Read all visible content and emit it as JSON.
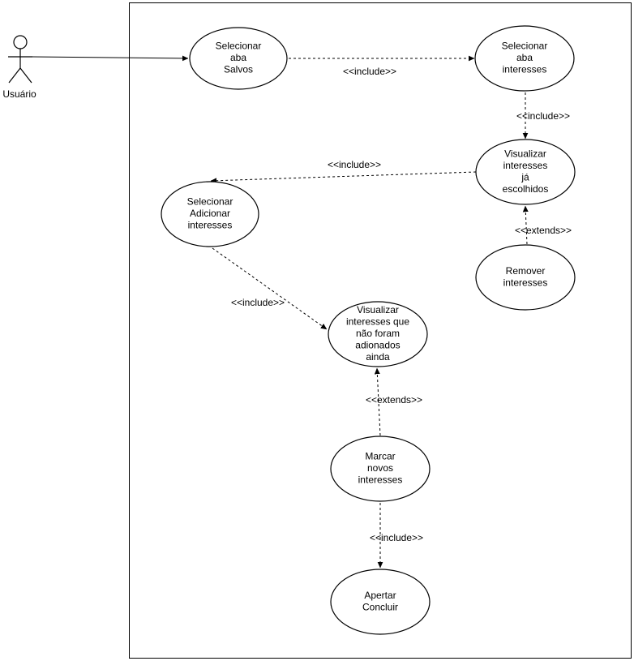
{
  "actor": {
    "name": "Usuário"
  },
  "use_cases": [
    {
      "id": "uc1",
      "lines": [
        "Selecionar",
        "aba",
        "Salvos"
      ]
    },
    {
      "id": "uc2",
      "lines": [
        "Selecionar",
        "aba",
        "interesses"
      ]
    },
    {
      "id": "uc3",
      "lines": [
        "Visualizar",
        "interesses",
        "já",
        "escolhidos"
      ]
    },
    {
      "id": "uc4",
      "lines": [
        "Selecionar",
        "Adicionar",
        "interesses"
      ]
    },
    {
      "id": "uc5",
      "lines": [
        "Remover",
        "interesses"
      ]
    },
    {
      "id": "uc6",
      "lines": [
        "Visualizar",
        "interesses que",
        "não foram",
        "adionados",
        "ainda"
      ]
    },
    {
      "id": "uc7",
      "lines": [
        "Marcar",
        "novos",
        "interesses"
      ]
    },
    {
      "id": "uc8",
      "lines": [
        "Apertar",
        "Concluir"
      ]
    }
  ],
  "relations": [
    {
      "id": "r1",
      "type": "association",
      "from": "actor",
      "to": "uc1",
      "label": ""
    },
    {
      "id": "r2",
      "type": "include",
      "from": "uc1",
      "to": "uc2",
      "label": "<<include>>"
    },
    {
      "id": "r3",
      "type": "include",
      "from": "uc2",
      "to": "uc3",
      "label": "<<include>>"
    },
    {
      "id": "r4",
      "type": "include",
      "from": "uc3",
      "to": "uc4",
      "label": "<<include>>"
    },
    {
      "id": "r5",
      "type": "extends",
      "from": "uc5",
      "to": "uc3",
      "label": "<<extends>>"
    },
    {
      "id": "r6",
      "type": "include",
      "from": "uc4",
      "to": "uc6",
      "label": "<<include>>"
    },
    {
      "id": "r7",
      "type": "extends",
      "from": "uc7",
      "to": "uc6",
      "label": "<<extends>>"
    },
    {
      "id": "r8",
      "type": "include",
      "from": "uc7",
      "to": "uc8",
      "label": "<<include>>"
    }
  ]
}
